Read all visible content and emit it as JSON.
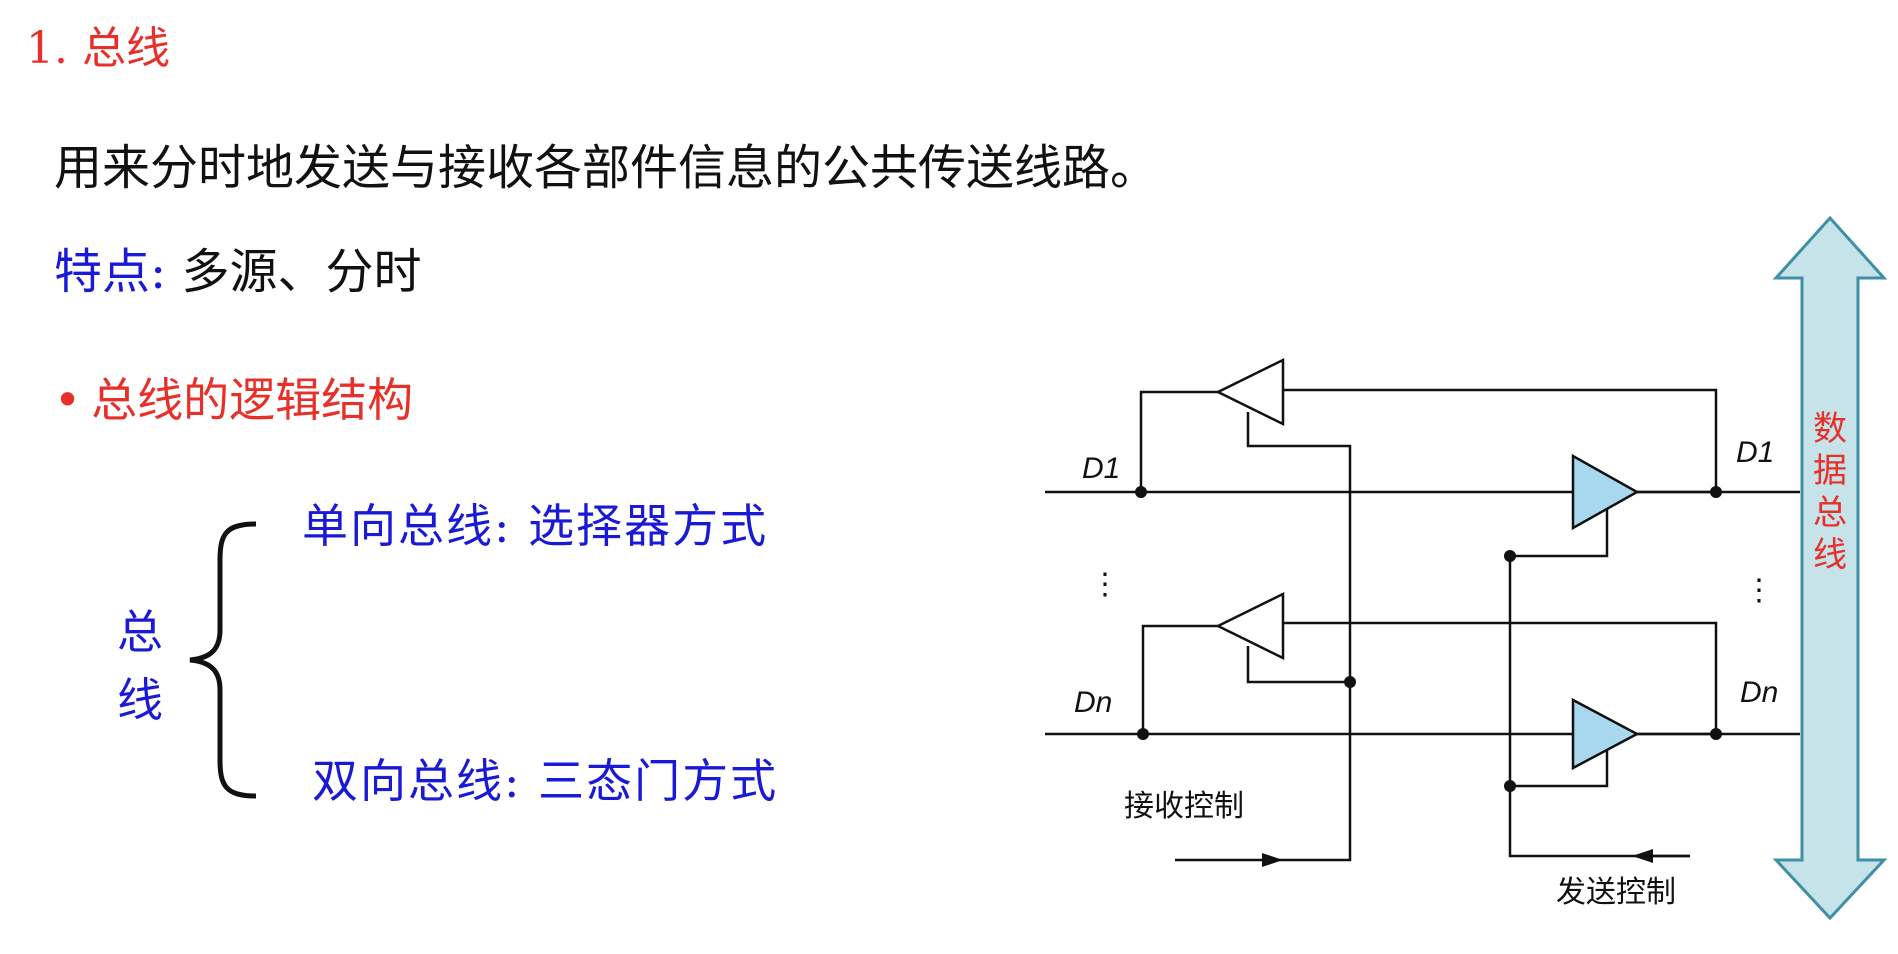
{
  "section_title": "1. 总线",
  "definition": "用来分时地发送与接收各部件信息的公共传送线路。",
  "features": {
    "label": "特点:",
    "value": "多源、分时"
  },
  "structure_heading": {
    "bullet": "•",
    "text": "总线的逻辑结构"
  },
  "bus_types": {
    "label": "总线",
    "unidirectional": "单向总线: 选择器方式",
    "bidirectional": "双向总线: 三态门方式"
  },
  "circuit": {
    "left_line_top": "D1",
    "left_line_bottom": "Dn",
    "right_line_top": "D1",
    "right_line_bottom": "Dn",
    "ellipsis": "⋮",
    "receive_control": "接收控制",
    "send_control": "发送控制",
    "data_bus_label": "数据总线",
    "buffer_fill_color": "#a8d8ee",
    "arrow_fill_color": "#c5e3e8",
    "arrow_stroke_color": "#3f8fa6",
    "label_color": "#e8302a"
  }
}
